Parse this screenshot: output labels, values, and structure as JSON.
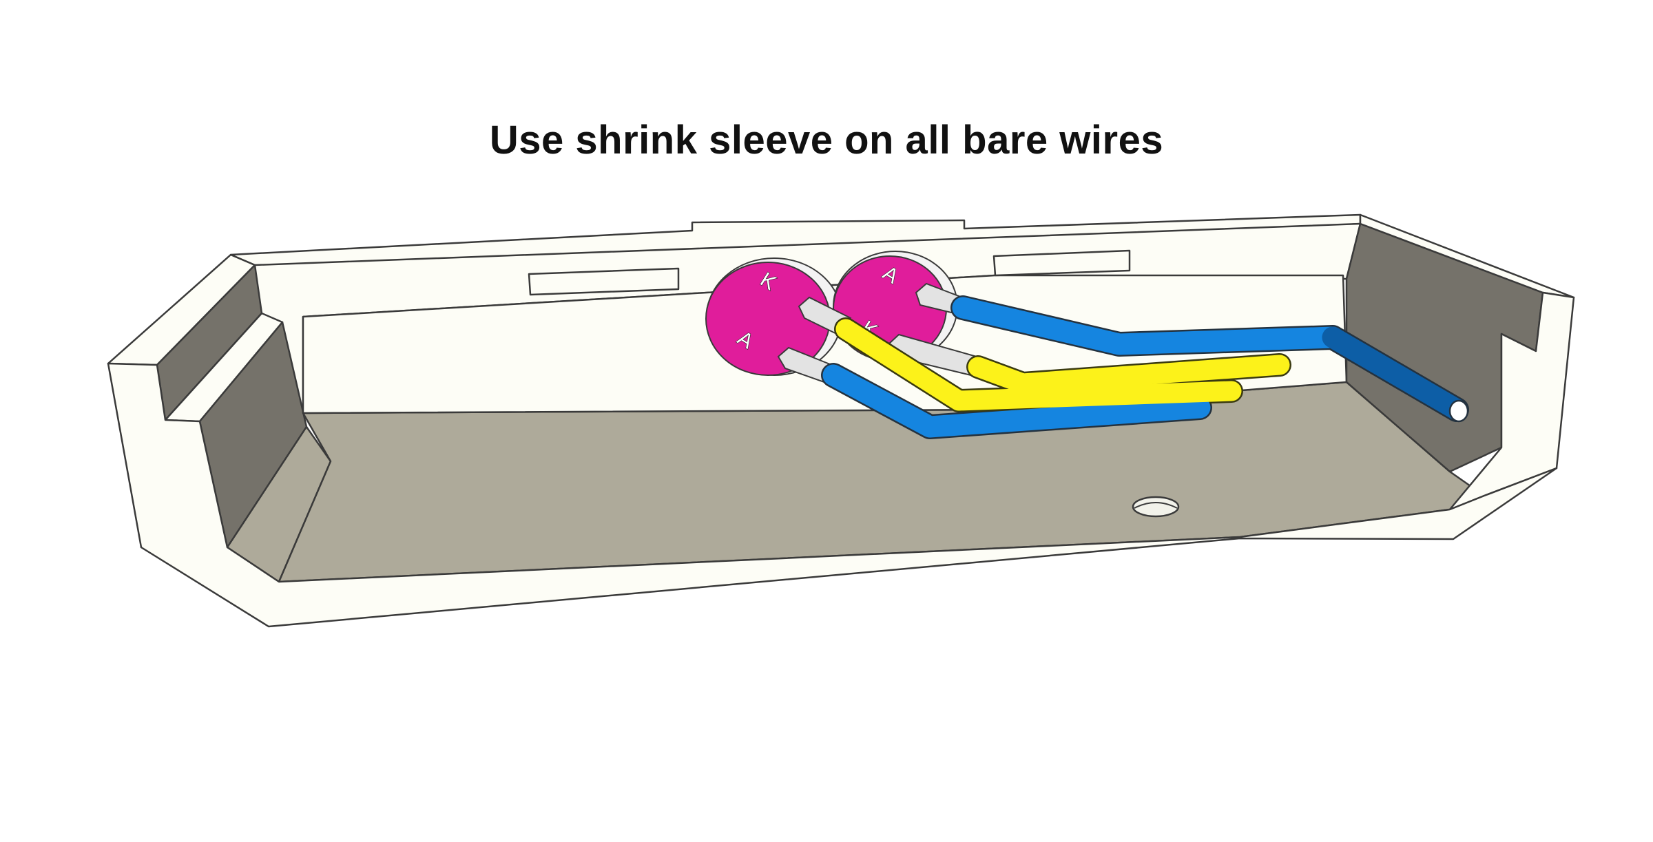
{
  "title": "Use shrink sleeve on all bare wires",
  "colors": {
    "housing_face": "#fdfdf6",
    "housing_inner_wall": "#75726a",
    "housing_floor": "#aeaa9a",
    "housing_outline": "#3a3a3a",
    "led_body": "#e01d9b",
    "wire_blue": "#1585e0",
    "wire_blue_dark": "#0d5ea6",
    "wire_yellow": "#fcf21a",
    "bare_lead": "#e3e3e3"
  },
  "components": {
    "led_left": {
      "icon": "led-disc-icon",
      "pin_top_label": "K",
      "pin_bottom_label": "A"
    },
    "led_right": {
      "icon": "led-disc-icon",
      "pin_top_label": "A",
      "pin_bottom_label": "K"
    }
  }
}
